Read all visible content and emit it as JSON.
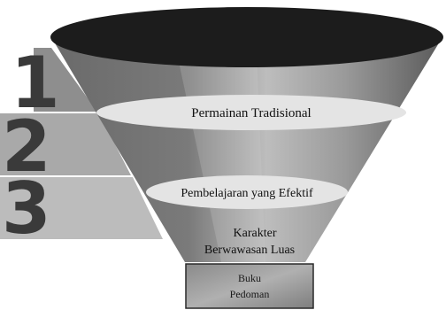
{
  "steps": [
    "1",
    "2",
    "3"
  ],
  "funnel_labels": {
    "stage1": "Permainan Tradisional",
    "stage2": "Pembelajaran yang Efektif",
    "stage3_line1": "Karakter",
    "stage3_line2": "Berwawasan Luas"
  },
  "output_box": {
    "line1": "Buku",
    "line2": "Pedoman"
  },
  "colors": {
    "funnel_rim": "#1c1c1c",
    "funnel_body_dark": "#5c5c5c",
    "funnel_body_light": "#b5b5b5",
    "ellipse_fill": "#e4e4e4",
    "step_band_1": "#8e8e8e",
    "step_band_2": "#aaaaaa",
    "step_band_3": "#b9b9b9",
    "number_color": "#3a3a3a",
    "box_fill": "#9c9c9c"
  }
}
